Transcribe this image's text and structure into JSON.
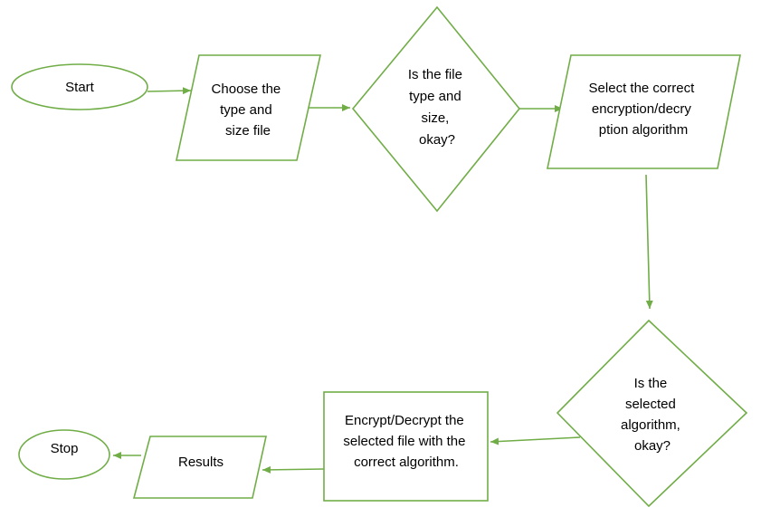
{
  "theme": {
    "stroke_color": "#70ad47",
    "fill_color": "#ffffff",
    "text_color": "#000000"
  },
  "nodes": {
    "start": {
      "shape": "terminator",
      "lines": [
        "Start"
      ]
    },
    "choose_file": {
      "shape": "input-output",
      "lines": [
        "Choose the",
        "type and",
        "size file"
      ]
    },
    "file_check": {
      "shape": "decision",
      "lines": [
        "Is the file",
        "type and",
        "size,",
        "okay?"
      ]
    },
    "select_algorithm": {
      "shape": "input-output",
      "lines": [
        "Select the correct",
        "encryption/decry",
        "ption algorithm"
      ]
    },
    "algorithm_check": {
      "shape": "decision",
      "lines": [
        "Is the",
        "selected",
        "algorithm,",
        "okay?"
      ]
    },
    "encrypt_decrypt": {
      "shape": "process",
      "lines": [
        "Encrypt/Decrypt the",
        "selected file with the",
        "correct algorithm."
      ]
    },
    "results": {
      "shape": "input-output",
      "lines": [
        "Results"
      ]
    },
    "stop": {
      "shape": "terminator",
      "lines": [
        "Stop"
      ]
    }
  },
  "edges": [
    {
      "from": "start",
      "to": "choose_file"
    },
    {
      "from": "choose_file",
      "to": "file_check"
    },
    {
      "from": "file_check",
      "to": "select_algorithm"
    },
    {
      "from": "select_algorithm",
      "to": "algorithm_check"
    },
    {
      "from": "algorithm_check",
      "to": "encrypt_decrypt"
    },
    {
      "from": "encrypt_decrypt",
      "to": "results"
    },
    {
      "from": "results",
      "to": "stop"
    }
  ]
}
